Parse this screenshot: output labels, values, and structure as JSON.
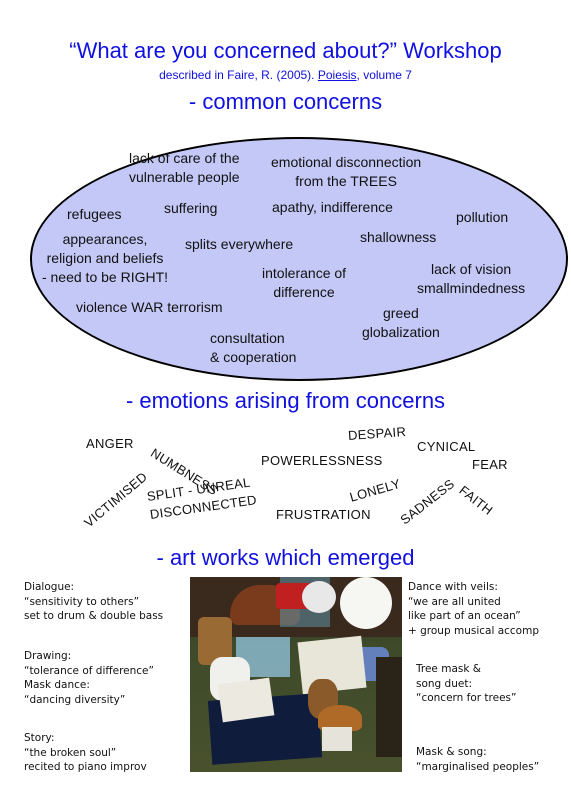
{
  "header": {
    "title": "“What are you concerned about?” Workshop",
    "subtitle_prefix": "described in Faire, R. (2005).",
    "subtitle_journal": "Poiesis",
    "subtitle_suffix": ", volume 7"
  },
  "sections": {
    "common": "- common concerns",
    "emotions": "- emotions arising from concerns",
    "art": "- art works which emerged"
  },
  "concerns": {
    "lack_of_care": "lack of care of the\nvulnerable people",
    "emotional_disconnection": "emotional disconnection\nfrom the TREES",
    "refugees": "refugees",
    "suffering": "suffering",
    "apathy": "apathy, indifference",
    "pollution": "pollution",
    "appearances": "appearances,\nreligion and beliefs\n- need to be RIGHT!",
    "splits": "splits everywhere",
    "shallowness": "shallowness",
    "intolerance": "intolerance of\ndifference",
    "lack_of_vision": "lack of vision\nsmallmindedness",
    "violence": "violence WAR terrorism",
    "greed": "greed\nglobalization",
    "consultation": "consultation\n& cooperation"
  },
  "emotions": {
    "anger": "ANGER",
    "numbness": "NUMBNESS",
    "despair": "DESPAIR",
    "cynical": "CYNICAL",
    "fear": "FEAR",
    "powerlessness": "POWERLESSNESS",
    "victimised": "VICTIMISED",
    "split_unreal": "SPLIT - UNREAL",
    "disconnected": "DISCONNECTED",
    "lonely": "LONELY",
    "sadness": "SADNESS",
    "faith": "FAITH",
    "frustration": "FRUSTRATION"
  },
  "art_works": {
    "dialogue": "Dialogue:\n“sensitivity to others”\nset to drum & double bass",
    "drawing": "Drawing:\n“tolerance of difference”\nMask dance:\n“dancing diversity”",
    "story": "Story:\n“the broken soul”\nrecited to piano improv",
    "dance_veils": "Dance with veils:\n“we are all united\nlike part of an ocean”\n+ group musical accomp",
    "tree_mask": "Tree mask &\nsong duet:\n“concern for trees”",
    "mask_song": "Mask & song:\n“marginalised peoples”"
  },
  "colors": {
    "heading_blue": "#1010e0",
    "ellipse_fill": "#c4c8f6"
  }
}
